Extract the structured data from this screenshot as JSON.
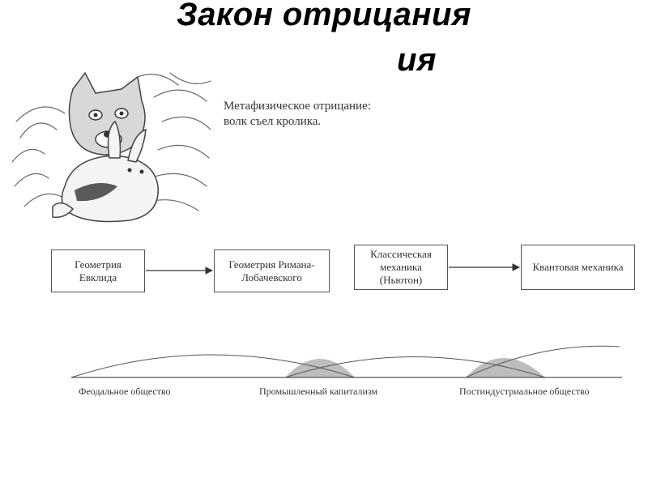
{
  "title": {
    "line1": "Закон отрицания",
    "line2_fragment": "ия"
  },
  "illustration": {
    "icon": "wolf-and-rabbit-illustration"
  },
  "caption": {
    "line1": "Метафизическое отрицание:",
    "line2": "волк съел кролика."
  },
  "diagram": {
    "pair1": {
      "from": [
        "Геометрия",
        "Евклида"
      ],
      "to": [
        "Геометрия Римана-",
        "Лобачевского"
      ]
    },
    "pair2": {
      "from": [
        "Классическая",
        "механика",
        "(Ньютон)"
      ],
      "to": [
        "Квантовая механика"
      ]
    }
  },
  "timeline": {
    "stages": [
      "Феодальное общество",
      "Промышленный капитализм",
      "Постиндустриальное общество"
    ],
    "colors": {
      "overlap_fill": "#bdbdbd",
      "line": "#555555"
    }
  }
}
